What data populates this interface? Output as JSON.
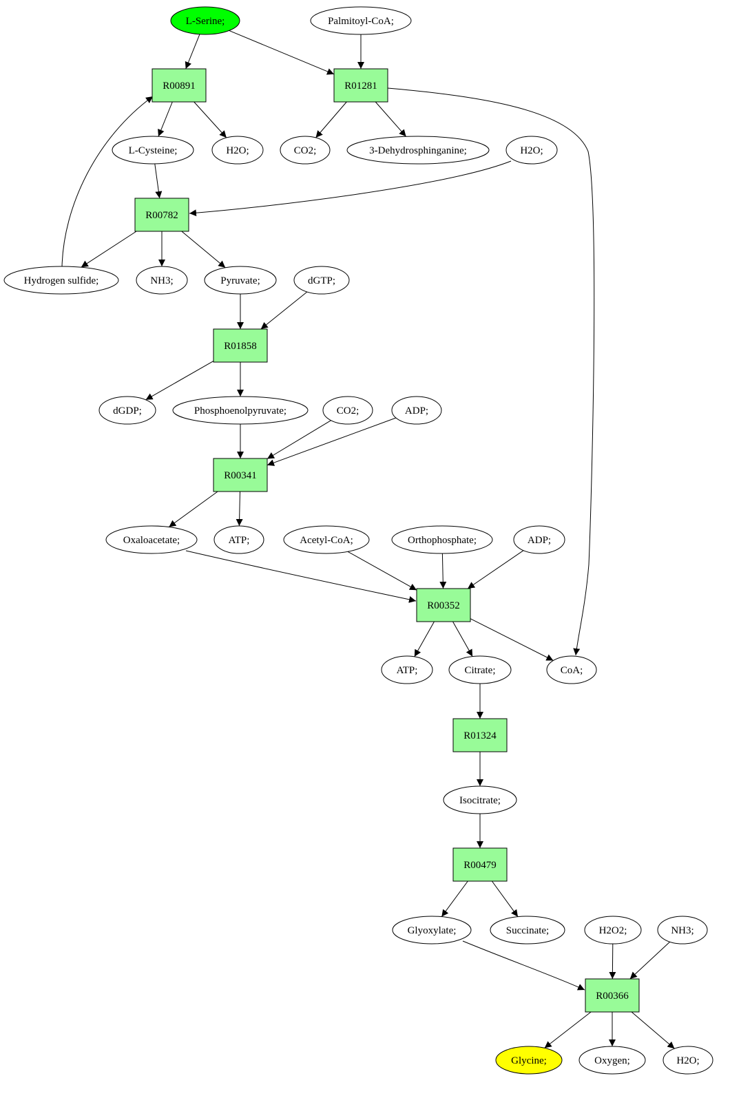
{
  "colors": {
    "reaction_fill": "#98fb98",
    "compound_fill": "#ffffff",
    "start_fill": "#00ff00",
    "end_fill": "#ffff00",
    "stroke": "#000000"
  },
  "nodes": {
    "c1": {
      "label": "L-Serine;",
      "kind": "start"
    },
    "c2": {
      "label": "Palmitoyl-CoA;",
      "kind": "compound"
    },
    "r1": {
      "label": "R00891",
      "kind": "reaction"
    },
    "r2": {
      "label": "R01281",
      "kind": "reaction"
    },
    "c3": {
      "label": "L-Cysteine;",
      "kind": "compound"
    },
    "c4": {
      "label": "H2O;",
      "kind": "compound"
    },
    "c5": {
      "label": "CO2;",
      "kind": "compound"
    },
    "c6": {
      "label": "3-Dehydrosphinganine;",
      "kind": "compound"
    },
    "c7": {
      "label": "H2O;",
      "kind": "compound"
    },
    "r3": {
      "label": "R00782",
      "kind": "reaction"
    },
    "c8": {
      "label": "Hydrogen sulfide;",
      "kind": "compound"
    },
    "c9": {
      "label": "NH3;",
      "kind": "compound"
    },
    "c10": {
      "label": "Pyruvate;",
      "kind": "compound"
    },
    "c11": {
      "label": "dGTP;",
      "kind": "compound"
    },
    "r4": {
      "label": "R01858",
      "kind": "reaction"
    },
    "c12": {
      "label": "dGDP;",
      "kind": "compound"
    },
    "c13": {
      "label": "Phosphoenolpyruvate;",
      "kind": "compound"
    },
    "c14": {
      "label": "CO2;",
      "kind": "compound"
    },
    "c15": {
      "label": "ADP;",
      "kind": "compound"
    },
    "r5": {
      "label": "R00341",
      "kind": "reaction"
    },
    "c16": {
      "label": "Oxaloacetate;",
      "kind": "compound"
    },
    "c17": {
      "label": "ATP;",
      "kind": "compound"
    },
    "c18": {
      "label": "Acetyl-CoA;",
      "kind": "compound"
    },
    "c19": {
      "label": "Orthophosphate;",
      "kind": "compound"
    },
    "c20": {
      "label": "ADP;",
      "kind": "compound"
    },
    "r6": {
      "label": "R00352",
      "kind": "reaction"
    },
    "c21": {
      "label": "ATP;",
      "kind": "compound"
    },
    "c22": {
      "label": "Citrate;",
      "kind": "compound"
    },
    "c23": {
      "label": "CoA;",
      "kind": "compound"
    },
    "r7": {
      "label": "R01324",
      "kind": "reaction"
    },
    "c24": {
      "label": "Isocitrate;",
      "kind": "compound"
    },
    "r8": {
      "label": "R00479",
      "kind": "reaction"
    },
    "c25": {
      "label": "Glyoxylate;",
      "kind": "compound"
    },
    "c26": {
      "label": "Succinate;",
      "kind": "compound"
    },
    "c27": {
      "label": "H2O2;",
      "kind": "compound"
    },
    "c28": {
      "label": "NH3;",
      "kind": "compound"
    },
    "r9": {
      "label": "R00366",
      "kind": "reaction"
    },
    "c29": {
      "label": "Glycine;",
      "kind": "end"
    },
    "c30": {
      "label": "Oxygen;",
      "kind": "compound"
    },
    "c31": {
      "label": "H2O;",
      "kind": "compound"
    }
  },
  "edges": [
    {
      "from": "c1",
      "to": "r1"
    },
    {
      "from": "c1",
      "to": "r2"
    },
    {
      "from": "c2",
      "to": "r2"
    },
    {
      "from": "r1",
      "to": "c3"
    },
    {
      "from": "r1",
      "to": "c4"
    },
    {
      "from": "r2",
      "to": "c5"
    },
    {
      "from": "r2",
      "to": "c6"
    },
    {
      "from": "r2",
      "to": "c23"
    },
    {
      "from": "c3",
      "to": "r3"
    },
    {
      "from": "c7",
      "to": "r3"
    },
    {
      "from": "r3",
      "to": "c8"
    },
    {
      "from": "r3",
      "to": "c9"
    },
    {
      "from": "r3",
      "to": "c10"
    },
    {
      "from": "c8",
      "to": "r1"
    },
    {
      "from": "c10",
      "to": "r4"
    },
    {
      "from": "c11",
      "to": "r4"
    },
    {
      "from": "r4",
      "to": "c12"
    },
    {
      "from": "r4",
      "to": "c13"
    },
    {
      "from": "c13",
      "to": "r5"
    },
    {
      "from": "c14",
      "to": "r5"
    },
    {
      "from": "c15",
      "to": "r5"
    },
    {
      "from": "r5",
      "to": "c16"
    },
    {
      "from": "r5",
      "to": "c17"
    },
    {
      "from": "c16",
      "to": "r6"
    },
    {
      "from": "c18",
      "to": "r6"
    },
    {
      "from": "c19",
      "to": "r6"
    },
    {
      "from": "c20",
      "to": "r6"
    },
    {
      "from": "r6",
      "to": "c21"
    },
    {
      "from": "r6",
      "to": "c22"
    },
    {
      "from": "r6",
      "to": "c23"
    },
    {
      "from": "c22",
      "to": "r7"
    },
    {
      "from": "r7",
      "to": "c24"
    },
    {
      "from": "c24",
      "to": "r8"
    },
    {
      "from": "r8",
      "to": "c25"
    },
    {
      "from": "r8",
      "to": "c26"
    },
    {
      "from": "c25",
      "to": "r9"
    },
    {
      "from": "c27",
      "to": "r9"
    },
    {
      "from": "c28",
      "to": "r9"
    },
    {
      "from": "r9",
      "to": "c29"
    },
    {
      "from": "r9",
      "to": "c30"
    },
    {
      "from": "r9",
      "to": "c31"
    }
  ]
}
